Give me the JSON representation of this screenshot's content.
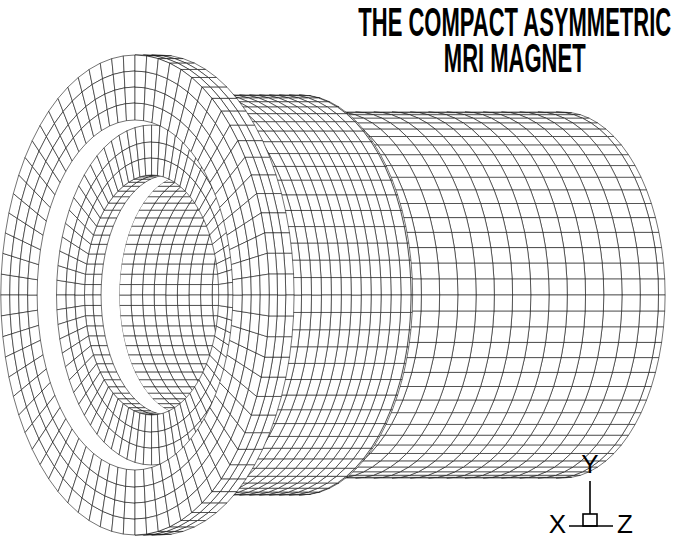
{
  "diagram": {
    "title": "THE COMPACT ASYMMETRIC MRI MAGNET",
    "labels": [
      "Y",
      "X",
      "Z"
    ]
  }
}
